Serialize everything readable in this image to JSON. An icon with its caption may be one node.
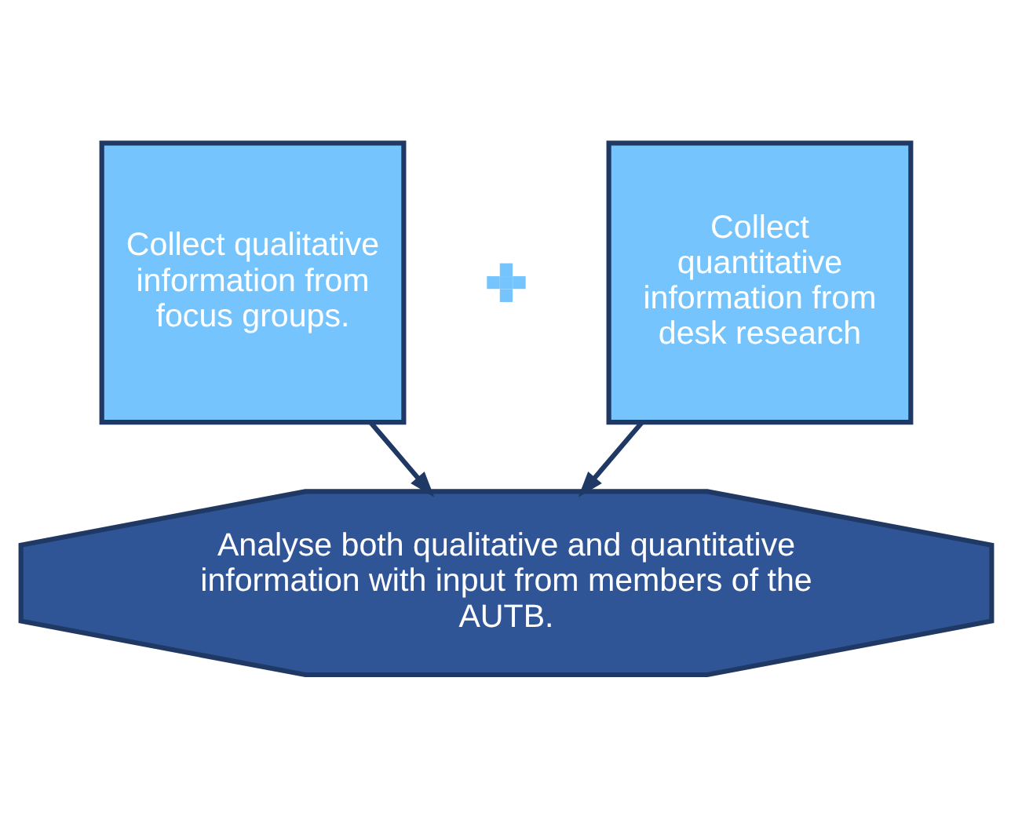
{
  "diagram": {
    "nodes": [
      {
        "text": [
          "Collect qualitative information from focus groups."
        ]
      },
      {
        "text": [],
        "shape": "plus"
      },
      {
        "text": [
          "Collect quantitative information from desk research"
        ]
      },
      {
        "text": [
          "Analyse both qualitative and quantitative information with input from members of the AUTB."
        ]
      }
    ],
    "edges": [
      {
        "from": 0,
        "to": 3,
        "arrow": "to"
      },
      {
        "from": 2,
        "to": 3,
        "arrow": "to"
      }
    ]
  }
}
